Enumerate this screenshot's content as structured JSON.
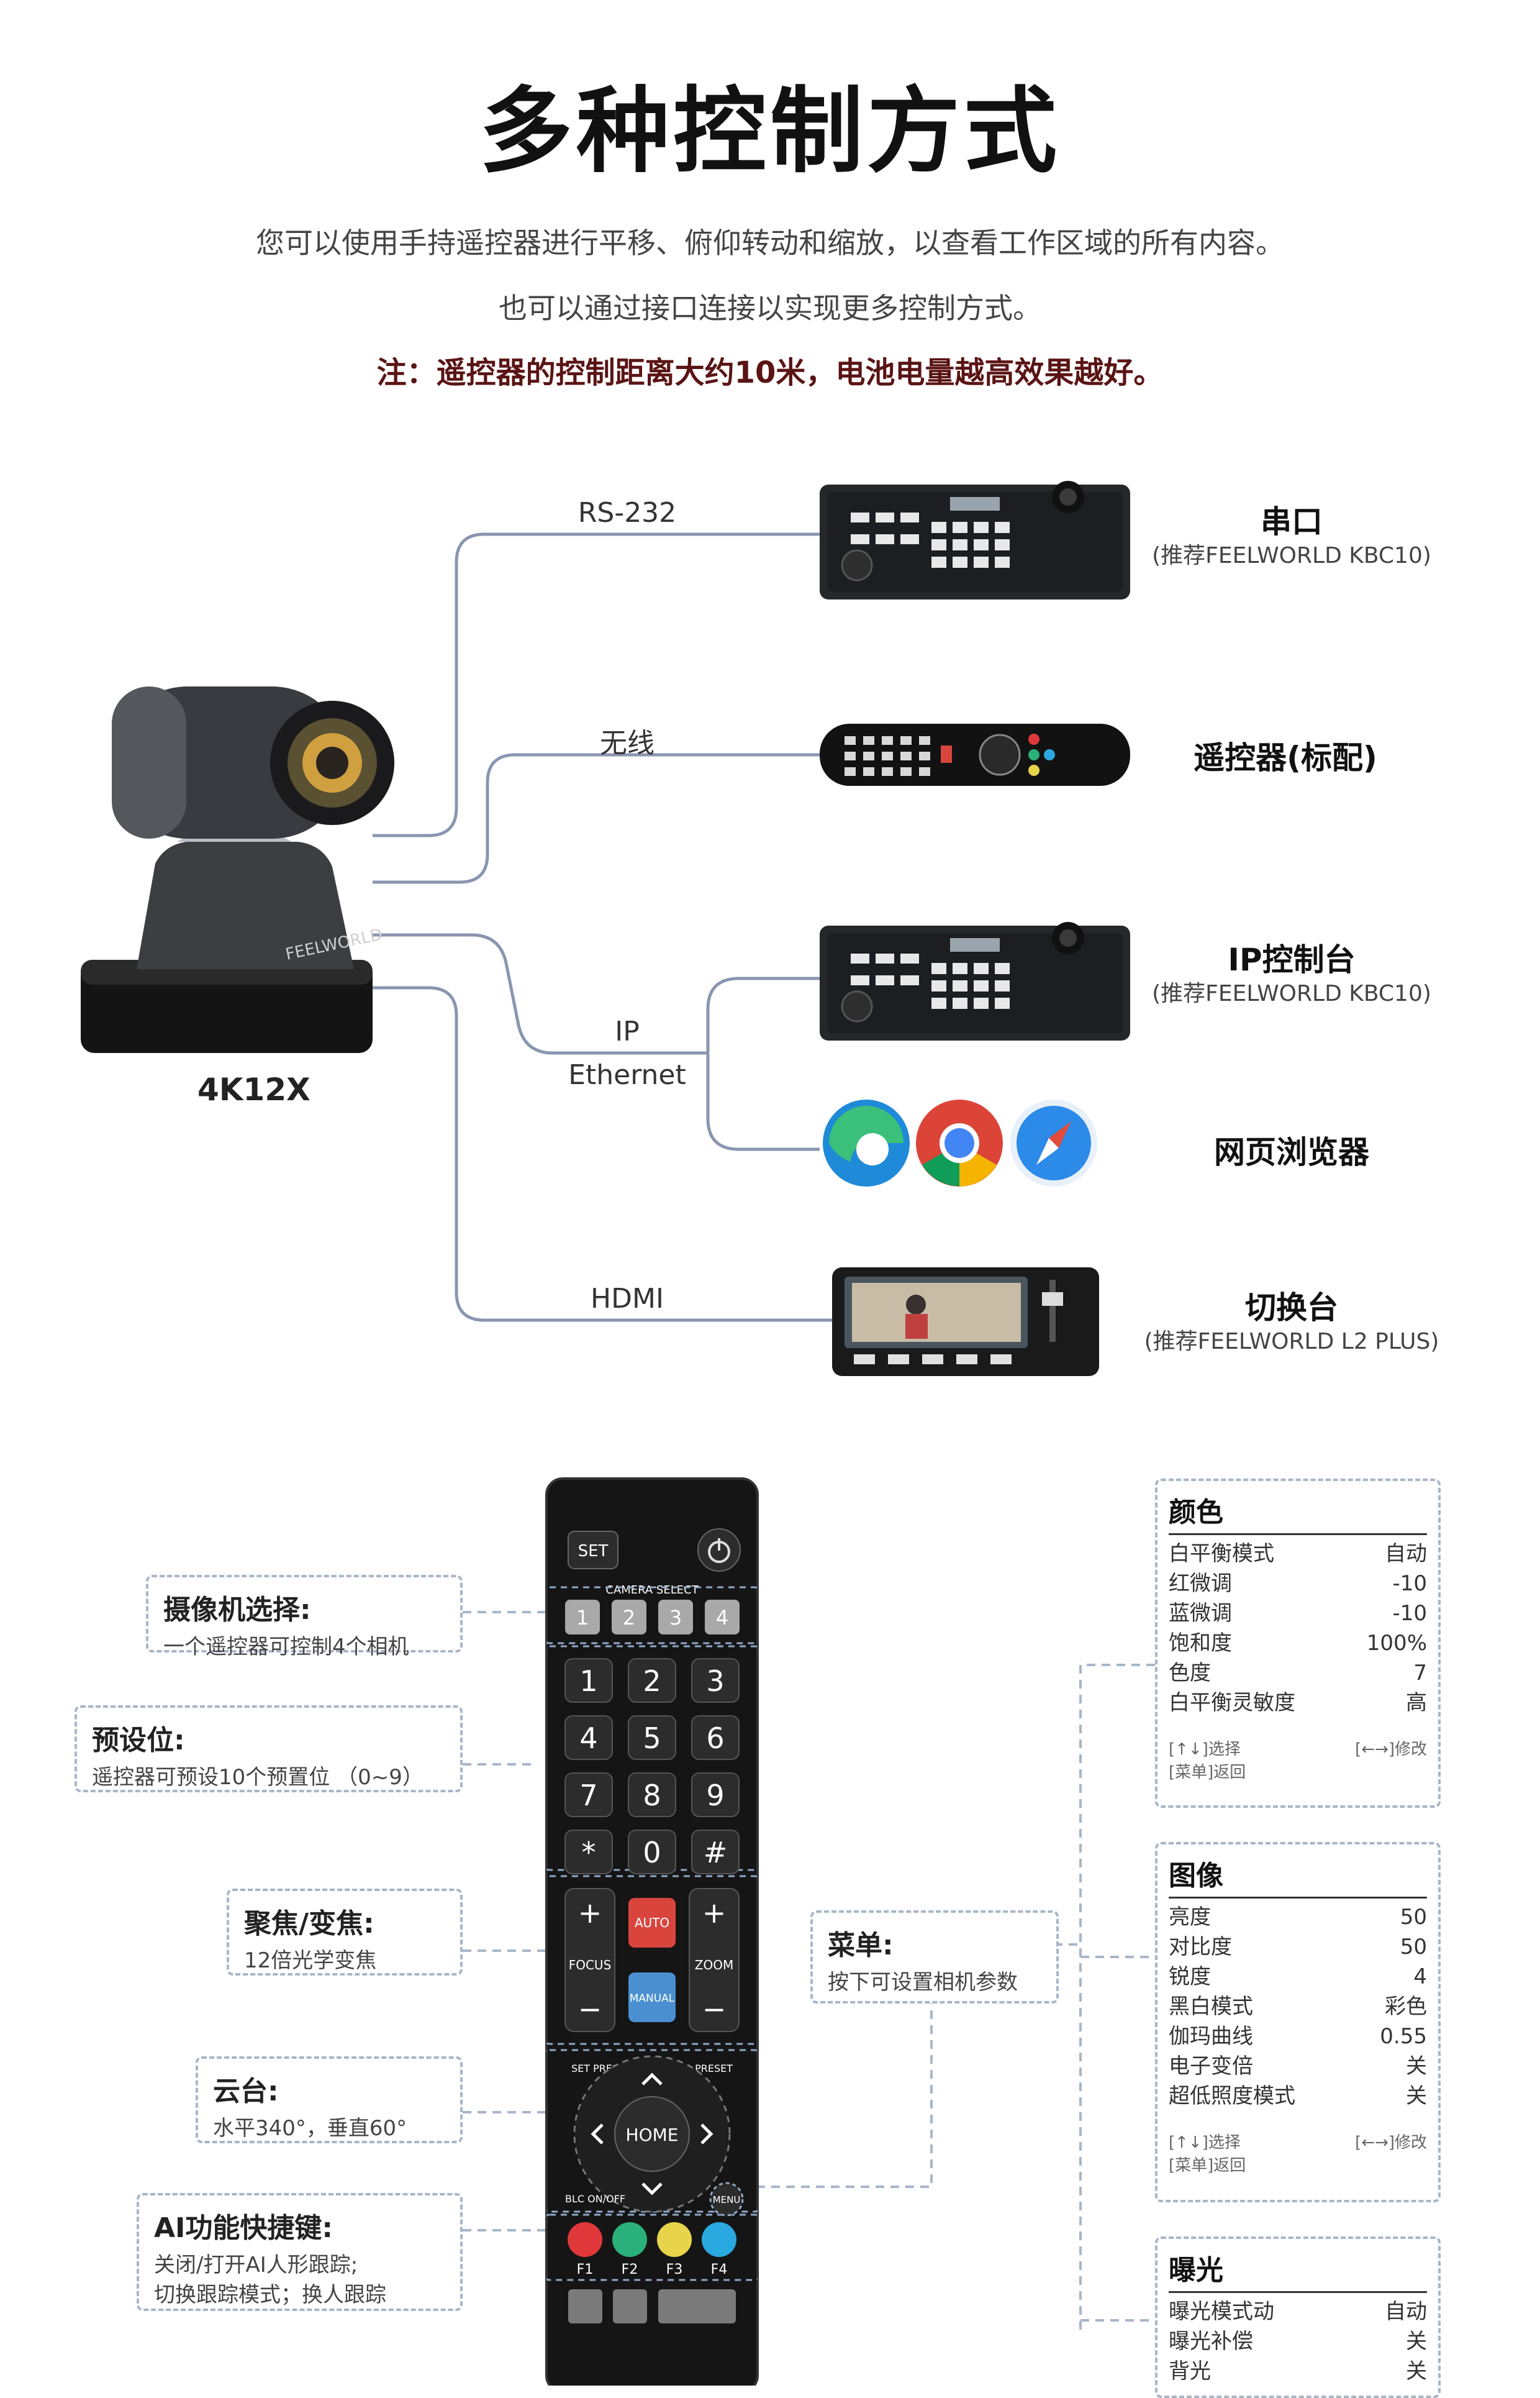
{
  "header": {
    "title": "多种控制方式",
    "intro_line1": "您可以使用手持遥控器进行平移、俯仰转动和缩放，以查看工作区域的所有内容。",
    "intro_line2": "也可以通过接口连接以实现更多控制方式。",
    "note": "注：遥控器的控制距离大约10米，电池电量越高效果越好。"
  },
  "camera": {
    "model": "4K12X",
    "brand": "FEELWORLD"
  },
  "connections": {
    "rs232": "RS-232",
    "wireless": "无线",
    "ip": "IP",
    "ethernet": "Ethernet",
    "hdmi": "HDMI"
  },
  "devices": {
    "serial": {
      "title": "串口",
      "sub": "(推荐FEELWORLD KBC10)"
    },
    "remote": {
      "title": "遥控器(标配)"
    },
    "ip_console": {
      "title": "IP控制台",
      "sub": "(推荐FEELWORLD KBC10)"
    },
    "browser": {
      "title": "网页浏览器"
    },
    "switcher": {
      "title": "切换台",
      "sub": "(推荐FEELWORLD L2 PLUS)"
    }
  },
  "remote_keys": {
    "set": "SET",
    "camera_select": "CAMERA SELECT",
    "cam": [
      "1",
      "2",
      "3",
      "4"
    ],
    "num": [
      "1",
      "2",
      "3",
      "4",
      "5",
      "6",
      "7",
      "8",
      "9",
      "*",
      "0",
      "#"
    ],
    "focus": "FOCUS",
    "zoom": "ZOOM",
    "auto": "AUTO",
    "manual": "MANUAL",
    "plus": "+",
    "minus": "−",
    "set_preset": "SET PRESET",
    "clear_preset": "CLEAR PRESET",
    "home": "HOME",
    "blc": "BLC ON/OFF",
    "menu": "MENU",
    "f_keys": [
      "F1",
      "F2",
      "F3",
      "F4"
    ]
  },
  "callouts": {
    "camera_select": {
      "title": "摄像机选择:",
      "desc": "一个遥控器可控制4个相机"
    },
    "preset": {
      "title": "预设位:",
      "desc": "遥控器可预设10个预置位 （0~9）"
    },
    "focus_zoom": {
      "title": "聚焦/变焦:",
      "desc": "12倍光学变焦"
    },
    "ptz": {
      "title": "云台:",
      "desc": "水平340°，垂直60°"
    },
    "ai": {
      "title": "AI功能快捷键:",
      "desc1": "关闭/打开AI人形跟踪;",
      "desc2": "切换跟踪模式；换人跟踪"
    },
    "menu": {
      "title": "菜单:",
      "desc": "按下可设置相机参数"
    }
  },
  "menu_panels": {
    "color": {
      "title": "颜色",
      "rows": [
        {
          "k": "白平衡模式",
          "v": "自动"
        },
        {
          "k": "红微调",
          "v": "-10"
        },
        {
          "k": "蓝微调",
          "v": "-10"
        },
        {
          "k": "饱和度",
          "v": "100%"
        },
        {
          "k": "色度",
          "v": "7"
        },
        {
          "k": "白平衡灵敏度",
          "v": "高"
        }
      ],
      "hint_select": "[↑↓]选择",
      "hint_modify": "[←→]修改",
      "hint_back": "[菜单]返回"
    },
    "image": {
      "title": "图像",
      "rows": [
        {
          "k": "亮度",
          "v": "50"
        },
        {
          "k": "对比度",
          "v": "50"
        },
        {
          "k": "锐度",
          "v": "4"
        },
        {
          "k": "黑白模式",
          "v": "彩色"
        },
        {
          "k": "伽玛曲线",
          "v": "0.55"
        },
        {
          "k": "电子变倍",
          "v": "关"
        },
        {
          "k": "超低照度模式",
          "v": "关"
        }
      ],
      "hint_select": "[↑↓]选择",
      "hint_modify": "[←→]修改",
      "hint_back": "[菜单]返回"
    },
    "exposure": {
      "title": "曝光",
      "rows": [
        {
          "k": "曝光模式动",
          "v": "自动"
        },
        {
          "k": "曝光补偿",
          "v": "关"
        },
        {
          "k": "背光",
          "v": "关"
        }
      ]
    }
  },
  "colors": {
    "line": "#8a96b0",
    "callout_border": "#a8b6c8",
    "remote_body": "#151515",
    "auto_red": "#d9453d",
    "manual_blue": "#4a90d0",
    "f1": "#e0383a",
    "f2": "#2ab07a",
    "f3": "#e8d44a",
    "f4": "#2aa8e0"
  }
}
